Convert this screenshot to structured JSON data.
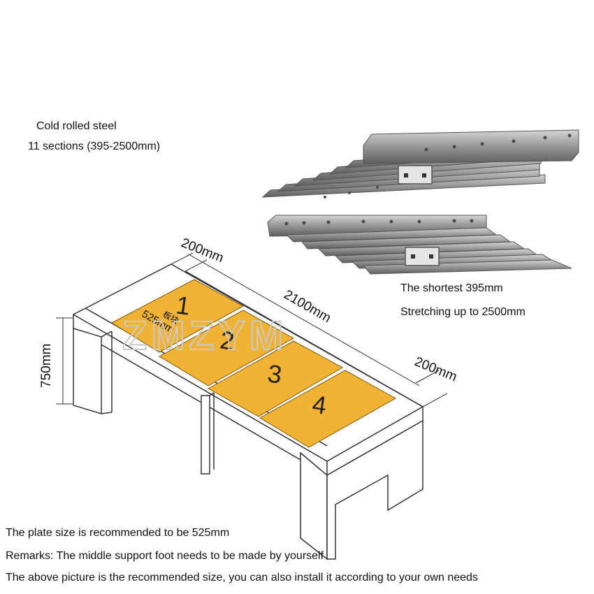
{
  "specs": {
    "material": "Cold rolled steel",
    "sections": "11 sections (395-2500mm)"
  },
  "rail": {
    "shortest": "The shortest 395mm",
    "stretch": "Stretching up to 2500mm"
  },
  "table": {
    "top_end_width": "200mm",
    "length": "2100mm",
    "bottom_end_width": "200mm",
    "height": "750mm",
    "plate_label": "板块",
    "plate_size": "525mm",
    "plates": [
      "1",
      "2",
      "3",
      "4"
    ]
  },
  "watermark": "ZMZYM",
  "notes": [
    "The plate size is recommended to be 525mm",
    "Remarks: The middle support foot needs to be made by yourself",
    "The above picture is the recommended size, you can also install it according to your own needs"
  ],
  "colors": {
    "plate": "#f2b233",
    "rail": "#9a9a9a",
    "table_line": "#333333"
  }
}
